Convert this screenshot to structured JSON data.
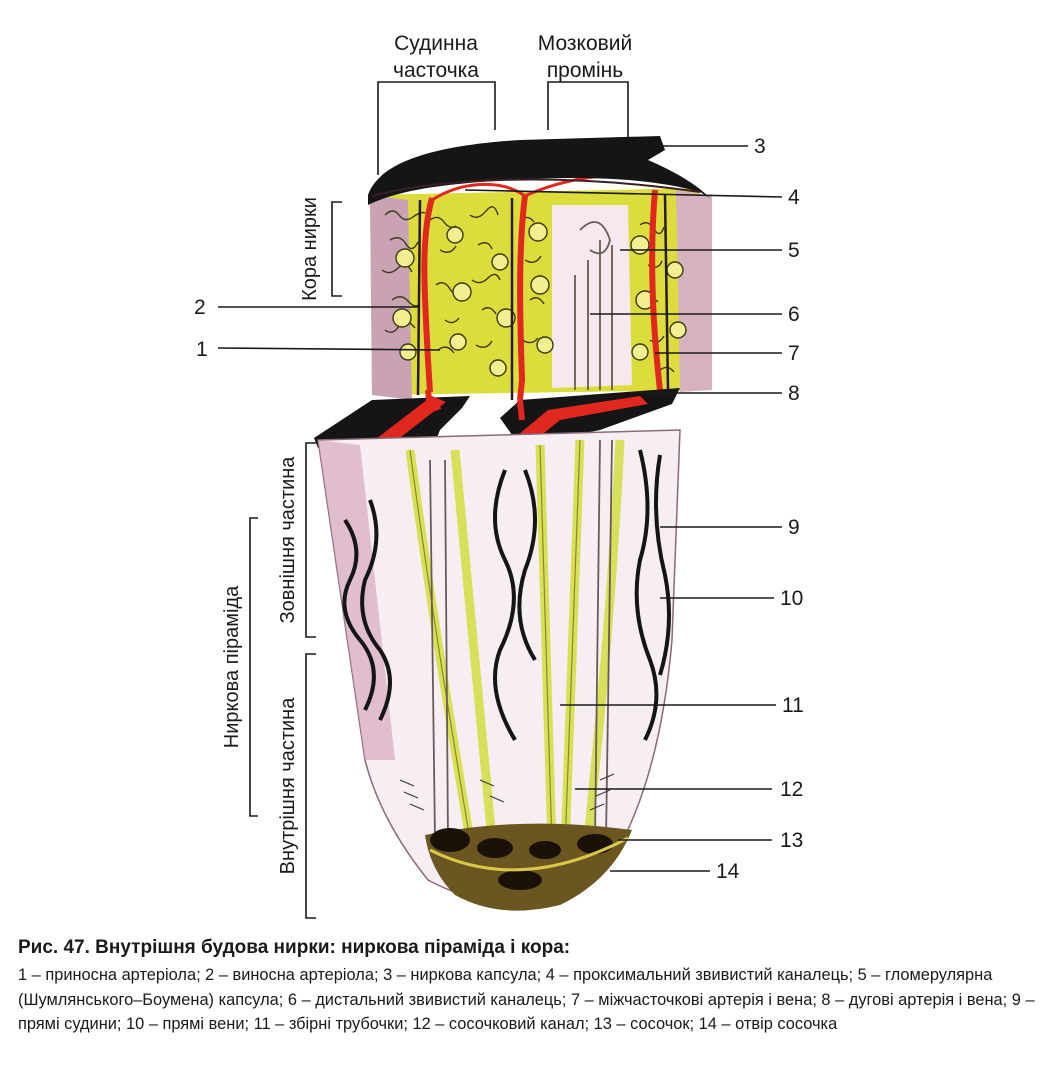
{
  "header_labels": {
    "vascular_lobule_line1": "Судинна",
    "vascular_lobule_line2": "часточка",
    "medullary_ray_line1": "Мозковий",
    "medullary_ray_line2": "промінь"
  },
  "side_labels": {
    "cortex": "Кора нирки",
    "outer_part": "Зовнішня частина",
    "inner_part": "Внутрішня частина",
    "pyramid": "Ниркова піраміда"
  },
  "numbers": [
    "1",
    "2",
    "3",
    "4",
    "5",
    "6",
    "7",
    "8",
    "9",
    "10",
    "11",
    "12",
    "13",
    "14"
  ],
  "caption": {
    "title": "Рис. 47. Внутрішня будова нирки: ниркова піраміда і кора:",
    "legend": "1 – приносна артеріола; 2 – виносна артеріола; 3 – ниркова капсула; 4 – проксимальний звивистий каналець; 5 – гломерулярна (Шумлянського–Боумена) капсула; 6 – дистальний звивистий каналець; 7 – міжчасточкові артерія і вена; 8 – дугові артерія і вена; 9 – прямі судини; 10 – прямі вени; 11 – збірні трубочки; 12 – сосочковий канал; 13 – сосочок; 14 – отвір сосочка"
  },
  "colors": {
    "capsule": "#151515",
    "cortex_yellow": "#dcdc3c",
    "artery_red": "#e0281e",
    "collecting_duct": "#d8e05a",
    "medulla_bg": "#f6eef2",
    "papilla_brown": "#6b5520"
  }
}
